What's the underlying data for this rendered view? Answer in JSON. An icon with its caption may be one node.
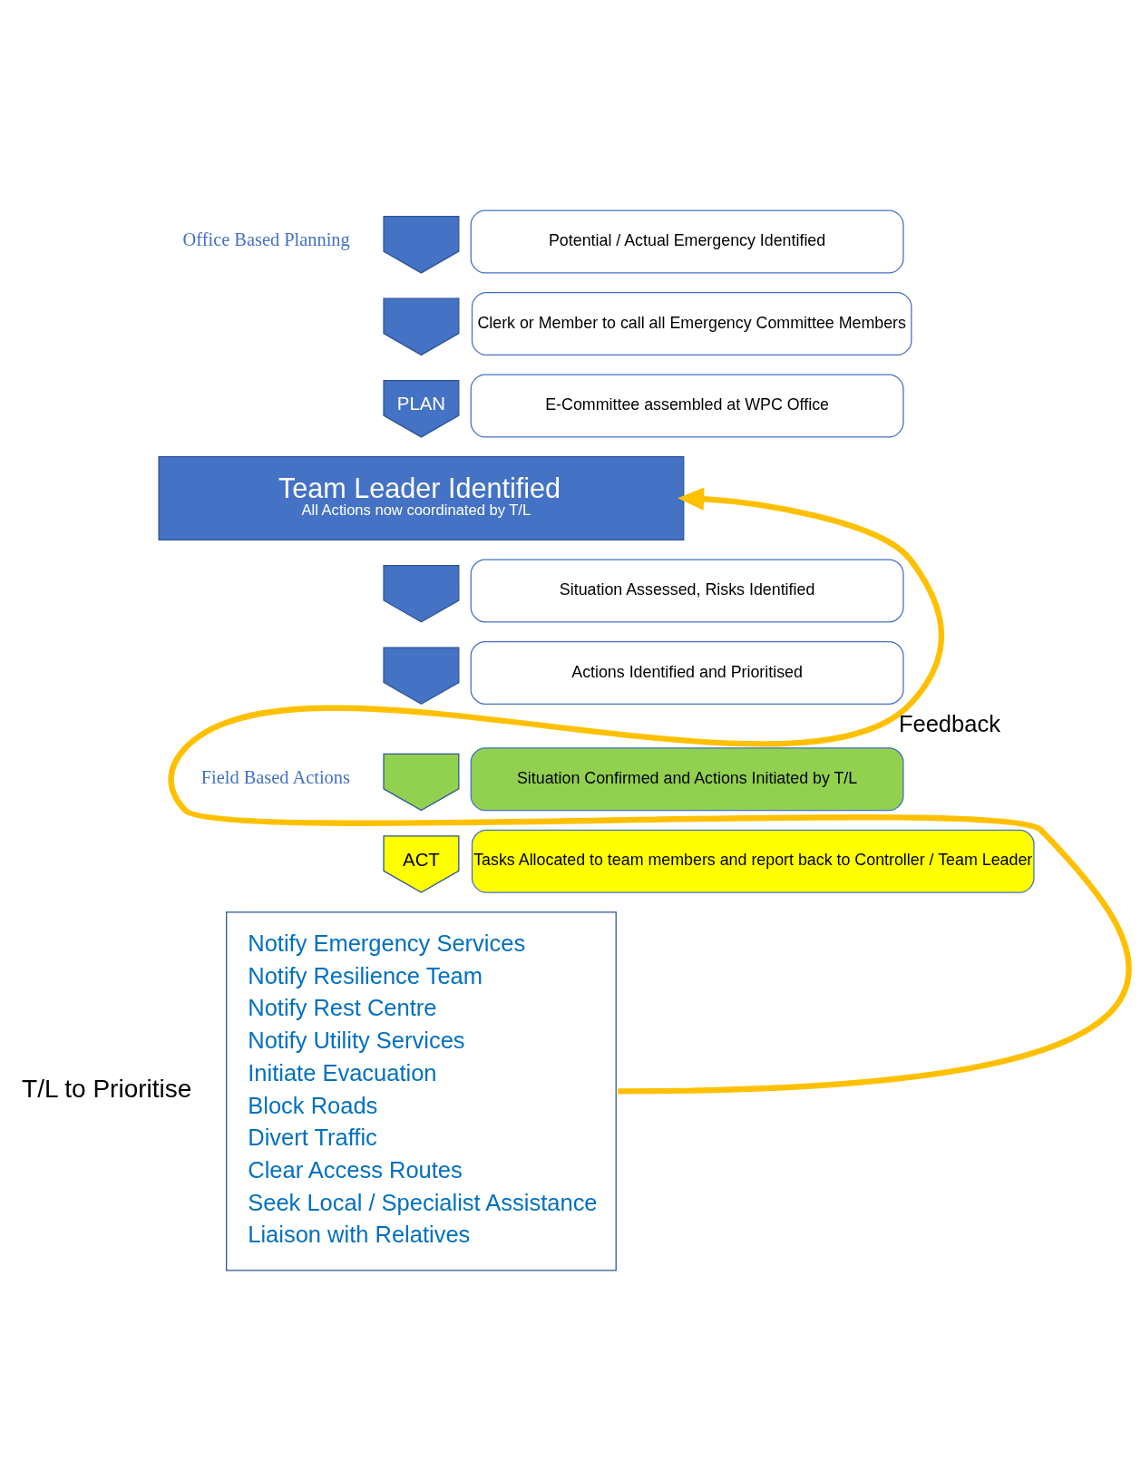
{
  "diagram": {
    "nodes": [
      {
        "text": [],
        "shape": "chevron"
      },
      {
        "text": [
          "Potential / Actual Emergency Identified"
        ]
      },
      {
        "text": [],
        "shape": "chevron"
      },
      {
        "text": [
          "Clerk or Member to call all Emergency Committee Members"
        ]
      },
      {
        "text": [
          "PLAN"
        ]
      },
      {
        "text": [
          "E-Committee assembled at WPC Office"
        ]
      },
      {
        "text": [
          "Team Leader Identified",
          "All Actions now coordinated by T/L"
        ]
      },
      {
        "text": [],
        "shape": "chevron"
      },
      {
        "text": [
          "Situation Assessed, Risks Identified"
        ]
      },
      {
        "text": [],
        "shape": "chevron"
      },
      {
        "text": [
          "Actions Identified and Prioritised"
        ]
      },
      {
        "text": [],
        "shape": "chevron"
      },
      {
        "text": [
          "Situation Confirmed and Actions Initiated by T/L"
        ]
      },
      {
        "text": [
          "ACT"
        ]
      },
      {
        "text": [
          "Tasks Allocated to team members and report back to Controller / Team Leader"
        ]
      },
      {
        "text": [
          "Notify Emergency Services",
          "Notify Resilience Team",
          "Notify Rest Centre",
          "Notify Utility Services",
          "Initiate Evacuation",
          "Block Roads",
          "Divert Traffic",
          "Clear Access Routes",
          "Seek Local / Specialist Assistance",
          "Liaison with Relatives"
        ]
      }
    ],
    "edges": [
      {
        "from": 15,
        "to": 6,
        "arrow": "to",
        "label": "Feedback",
        "color": "#ffc000"
      }
    ],
    "labels": [
      "Office Based Planning",
      "Field Based Actions",
      "T/L to Prioritise"
    ]
  }
}
